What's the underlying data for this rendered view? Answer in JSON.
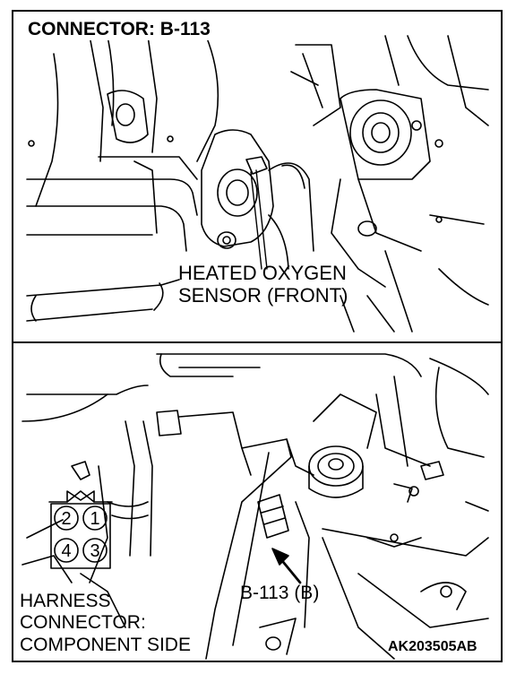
{
  "title": "CONNECTOR: B-113",
  "sensor_label": {
    "line1": "HEATED OXYGEN",
    "line2": "SENSOR (FRONT)"
  },
  "harness_label": {
    "line1": "HARNESS",
    "line2": "CONNECTOR:",
    "line3": "COMPONENT SIDE"
  },
  "connector_callout": "B-113 (B)",
  "pins": [
    "2",
    "1",
    "4",
    "3"
  ],
  "figure_code": "AK203505AB"
}
